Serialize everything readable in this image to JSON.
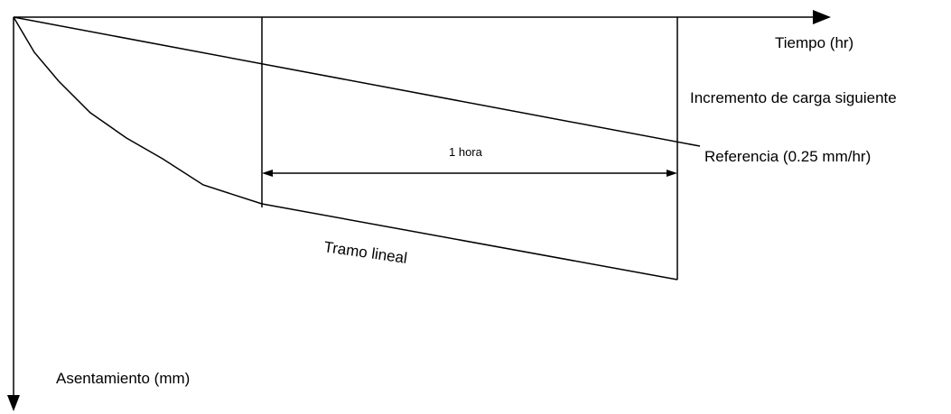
{
  "labels": {
    "x_axis": "Tiempo (hr)",
    "y_axis": "Asentamiento (mm)",
    "next_load": "Incremento de carga siguiente",
    "one_hour": "1 hora",
    "reference": "Referencia (0.25 mm/hr)",
    "linear_segment": "Tramo lineal"
  },
  "colors": {
    "ink": "#000000",
    "background": "#ffffff"
  }
}
